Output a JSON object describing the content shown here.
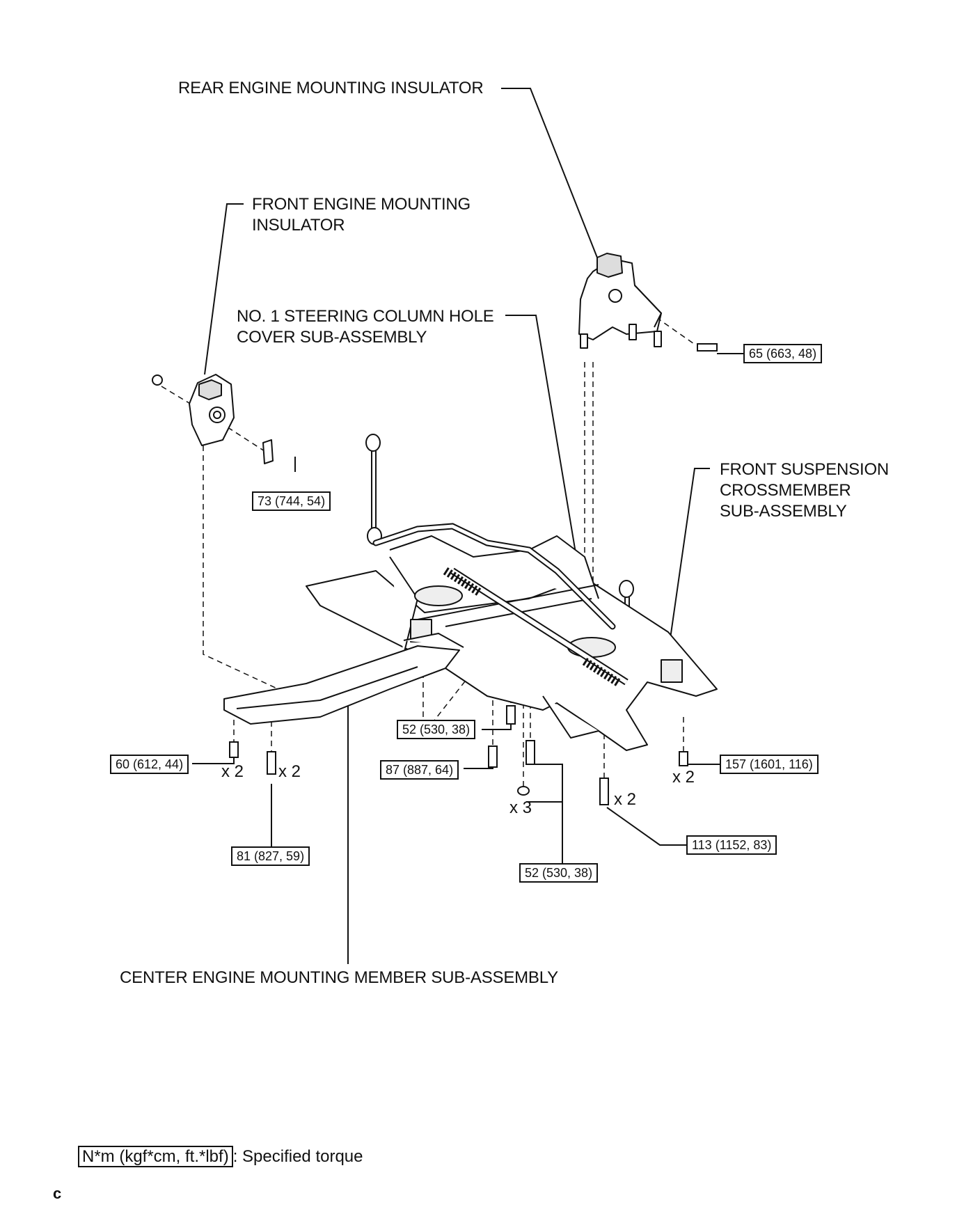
{
  "labels": {
    "rear_engine_mounting_insulator": "REAR ENGINE MOUNTING INSULATOR",
    "front_engine_mounting_insulator_l1": "FRONT ENGINE MOUNTING",
    "front_engine_mounting_insulator_l2": "INSULATOR",
    "steering_column_hole_cover_l1": "NO. 1 STEERING COLUMN HOLE",
    "steering_column_hole_cover_l2": "COVER SUB-ASSEMBLY",
    "front_suspension_crossmember_l1": "FRONT SUSPENSION",
    "front_suspension_crossmember_l2": "CROSSMEMBER",
    "front_suspension_crossmember_l3": "SUB-ASSEMBLY",
    "center_engine_mounting_member": "CENTER ENGINE MOUNTING MEMBER SUB-ASSEMBLY"
  },
  "torques": {
    "rear_mount_bolt": "65 (663, 48)",
    "front_mount_bolt": "73 (744, 54)",
    "center_member_front_bolt": "60 (612, 44)",
    "center_member_front_bolt2": "81 (827, 59)",
    "cover_bolt": "52 (530, 38)",
    "member_bolt": "87 (887, 64)",
    "member_nut": "52 (530, 38)",
    "crossmember_bolt": "157 (1601, 116)",
    "crossmember_rear_bolt": "113 (1152, 83)"
  },
  "quantities": {
    "q_60": "x 2",
    "q_81": "x 2",
    "q_157": "x 2",
    "q_nut": "x 3",
    "q_113": "x 2"
  },
  "legend": {
    "unit": "N*m (kgf*cm, ft.*lbf)",
    "description": ": Specified torque"
  },
  "corner_mark": "c"
}
